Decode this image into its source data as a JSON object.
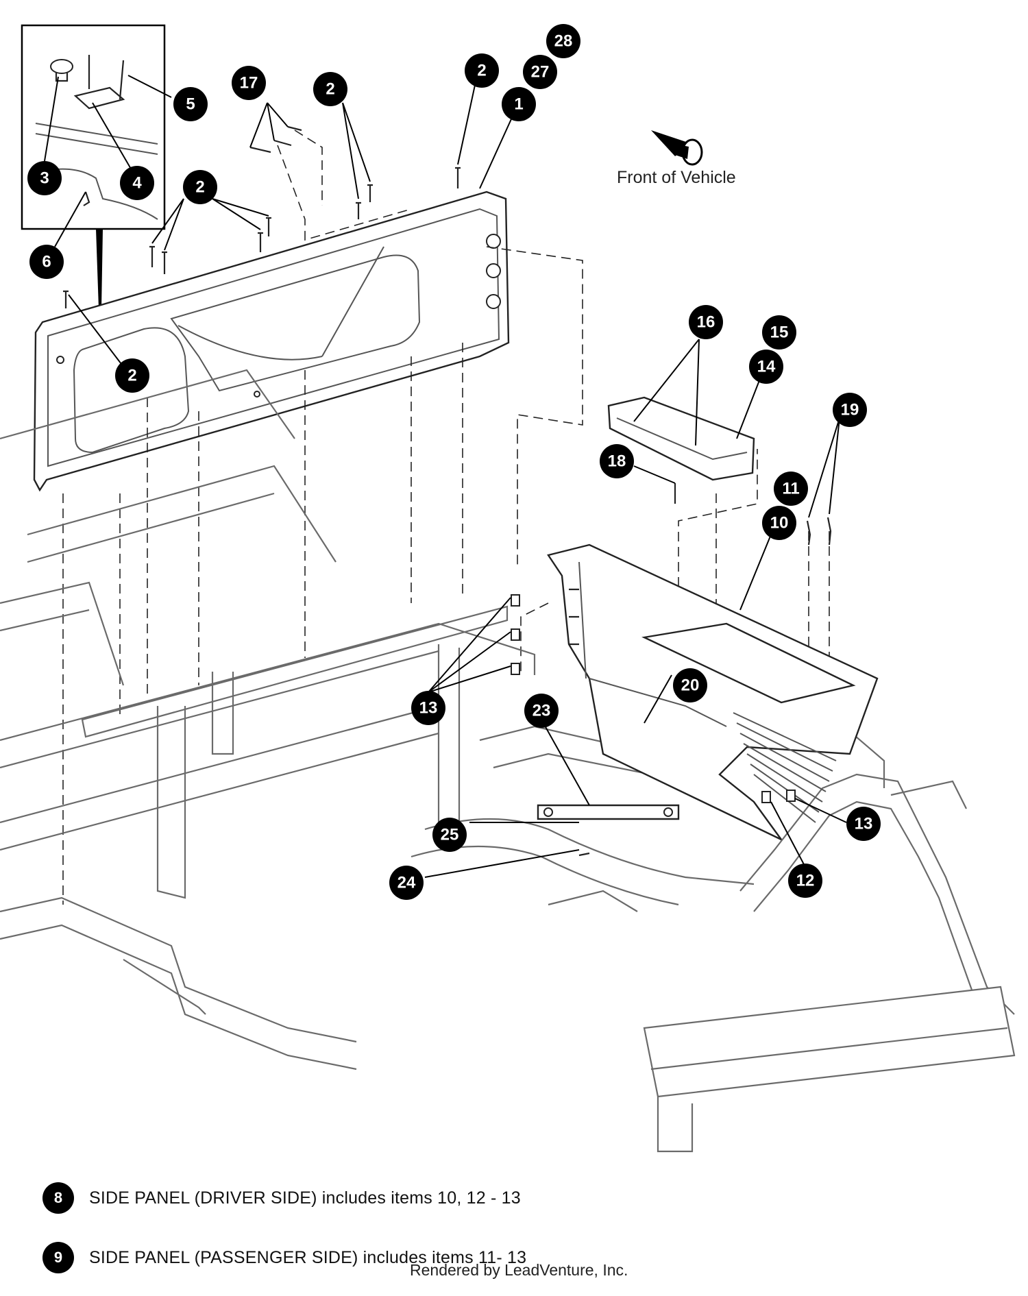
{
  "orientation_label": "Front of Vehicle",
  "credit": "Rendered by LeadVenture, Inc.",
  "callouts": [
    {
      "id": "28",
      "label": "28"
    },
    {
      "id": "27",
      "label": "27"
    },
    {
      "id": "1",
      "label": "1"
    },
    {
      "id": "2a",
      "label": "2"
    },
    {
      "id": "2b",
      "label": "2"
    },
    {
      "id": "17",
      "label": "17"
    },
    {
      "id": "5",
      "label": "5"
    },
    {
      "id": "3",
      "label": "3"
    },
    {
      "id": "4",
      "label": "4"
    },
    {
      "id": "2c",
      "label": "2"
    },
    {
      "id": "6",
      "label": "6"
    },
    {
      "id": "2d",
      "label": "2"
    },
    {
      "id": "16",
      "label": "16"
    },
    {
      "id": "15",
      "label": "15"
    },
    {
      "id": "14",
      "label": "14"
    },
    {
      "id": "19",
      "label": "19"
    },
    {
      "id": "18",
      "label": "18"
    },
    {
      "id": "11",
      "label": "11"
    },
    {
      "id": "10",
      "label": "10"
    },
    {
      "id": "13a",
      "label": "13"
    },
    {
      "id": "20",
      "label": "20"
    },
    {
      "id": "23",
      "label": "23"
    },
    {
      "id": "25",
      "label": "25"
    },
    {
      "id": "24",
      "label": "24"
    },
    {
      "id": "13b",
      "label": "13"
    },
    {
      "id": "12",
      "label": "12"
    }
  ],
  "legend": [
    {
      "badge": "8",
      "text": "SIDE PANEL (DRIVER SIDE) includes items 10, 12 - 13"
    },
    {
      "badge": "9",
      "text": "SIDE PANEL (PASSENGER SIDE) includes items 11- 13"
    }
  ]
}
